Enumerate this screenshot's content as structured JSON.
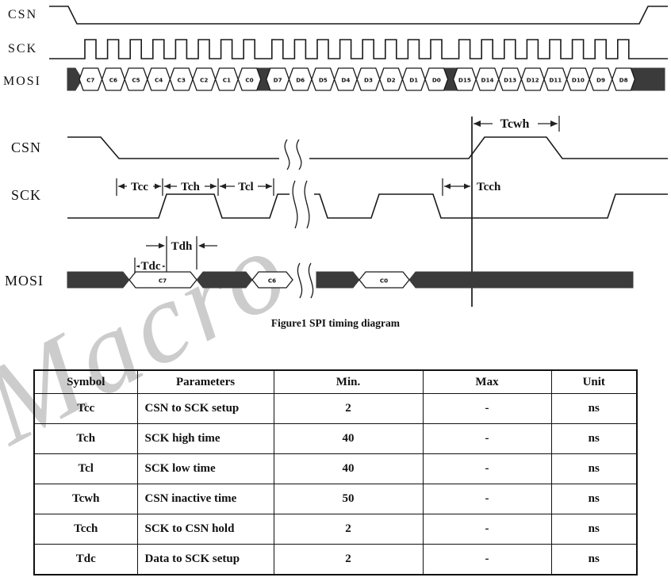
{
  "watermark": "Macro",
  "caption": "Figure1 SPI timing diagram",
  "top": {
    "csn": "CSN",
    "sck": "SCK",
    "mosi": "MOSI",
    "bits": [
      "C7",
      "C6",
      "C5",
      "C4",
      "C3",
      "C2",
      "C1",
      "C0",
      "D7",
      "D6",
      "D5",
      "D4",
      "D3",
      "D2",
      "D1",
      "D0",
      "D15",
      "D14",
      "D13",
      "D12",
      "D11",
      "D10",
      "D9",
      "D8"
    ]
  },
  "detail": {
    "csn": "CSN",
    "sck": "SCK",
    "mosi": "MOSI",
    "cells": [
      "C7",
      "C6",
      "C0"
    ],
    "timing": {
      "tcwh": "Tcwh",
      "tcc": "Tcc",
      "tch": "Tch",
      "tcl": "Tcl",
      "tcch": "Tcch",
      "tdh": "Tdh",
      "tdc": "Tdc"
    }
  },
  "table": {
    "headers": [
      "Symbol",
      "Parameters",
      "Min.",
      "Max",
      "Unit"
    ],
    "rows": [
      {
        "symbol": "Tcc",
        "parameter": "CSN to SCK setup",
        "min": "2",
        "max": "-",
        "unit": "ns"
      },
      {
        "symbol": "Tch",
        "parameter": "SCK high time",
        "min": "40",
        "max": "-",
        "unit": "ns"
      },
      {
        "symbol": "Tcl",
        "parameter": "SCK low time",
        "min": "40",
        "max": "-",
        "unit": "ns"
      },
      {
        "symbol": "Tcwh",
        "parameter": "CSN inactive time",
        "min": "50",
        "max": "-",
        "unit": "ns"
      },
      {
        "symbol": "Tcch",
        "parameter": "SCK to CSN hold",
        "min": "2",
        "max": "-",
        "unit": "ns"
      },
      {
        "symbol": "Tdc",
        "parameter": "Data to SCK setup",
        "min": "2",
        "max": "-",
        "unit": "ns"
      }
    ]
  }
}
